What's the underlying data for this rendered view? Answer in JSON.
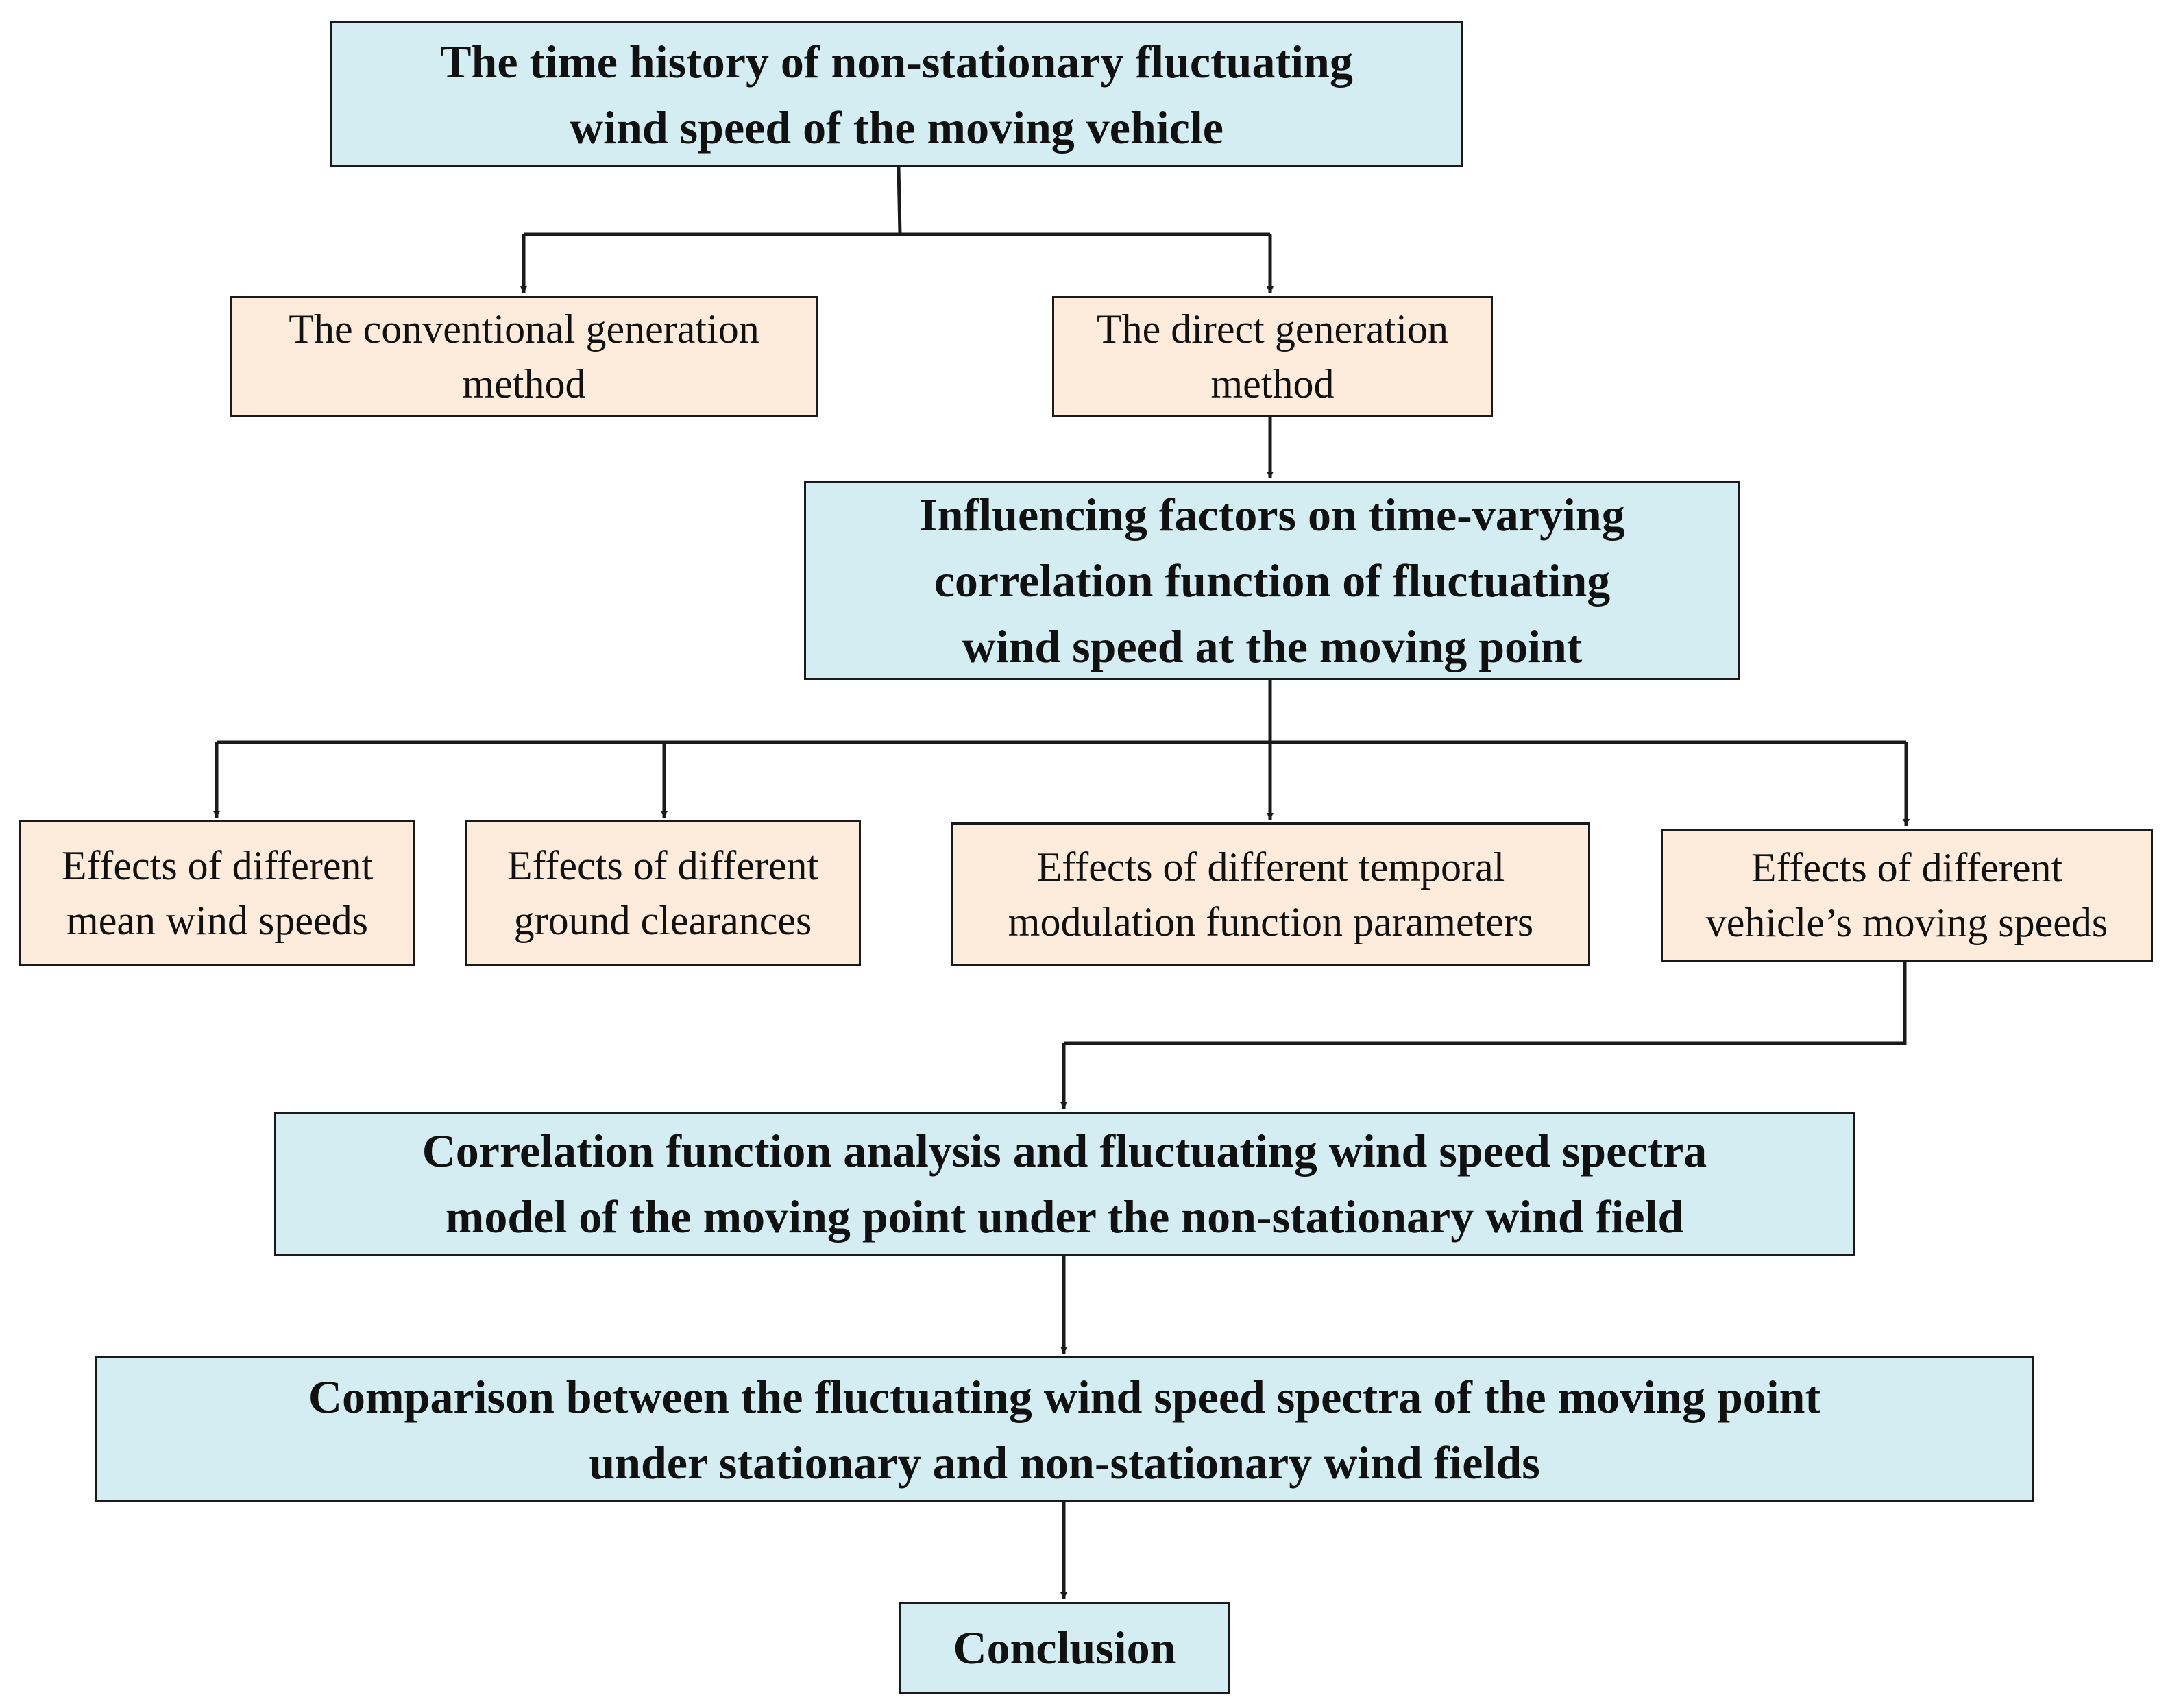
{
  "colors": {
    "main_fill": "#d4edf2",
    "sub_fill": "#fdebdc",
    "stroke": "#1a1a1a"
  },
  "nodes": {
    "time_history": "The time history of non-stationary fluctuating\nwind speed  of the moving vehicle",
    "conventional": "The conventional generation\nmethod",
    "direct": "The direct generation\nmethod",
    "influencing": "Influencing factors on time-varying\ncorrelation function of fluctuating\nwind speed at the moving point",
    "effect_mean": "Effects of different\nmean wind speeds",
    "effect_ground": "Effects of different\nground clearances",
    "effect_temporal": "Effects of different temporal\nmodulation function parameters",
    "effect_vehicle": "Effects of different\nvehicle’s moving speeds",
    "correlation": "Correlation function analysis and fluctuating wind speed spectra\nmodel of the moving point under the non-stationary wind field",
    "comparison": "Comparison between the fluctuating wind speed spectra of the moving point\nunder stationary and non-stationary wind fields",
    "conclusion": "Conclusion"
  }
}
